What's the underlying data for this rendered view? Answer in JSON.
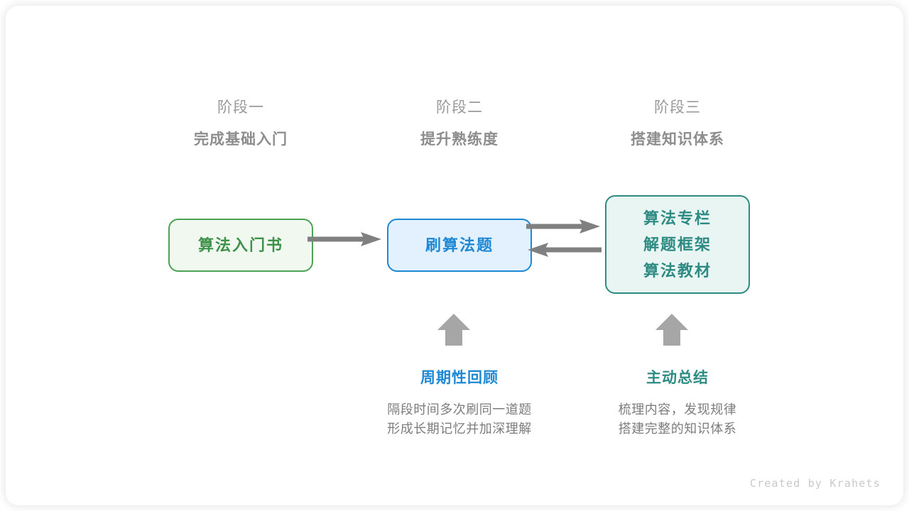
{
  "stages": [
    {
      "label": "阶段一",
      "title": "完成基础入门"
    },
    {
      "label": "阶段二",
      "title": "提升熟练度"
    },
    {
      "label": "阶段三",
      "title": "搭建知识体系"
    }
  ],
  "boxes": [
    {
      "id": "box-1",
      "lines": [
        "算法入门书"
      ],
      "accent": "#3f9149",
      "border": "#4ca355",
      "fill": "#f1f8f0"
    },
    {
      "id": "box-2",
      "lines": [
        "刷算法题"
      ],
      "accent": "#1e88d4",
      "border": "#1e88d4",
      "fill": "#e2f1fd"
    },
    {
      "id": "box-3",
      "lines": [
        "算法专栏",
        "解题框架",
        "算法教材"
      ],
      "accent": "#2e8b84",
      "border": "#2e8b84",
      "fill": "#e9f5f2"
    }
  ],
  "notes": [
    {
      "title": "周期性回顾",
      "body": [
        "隔段时间多次刷同一道题",
        "形成长期记忆并加深理解"
      ],
      "accent": "#1e88d4"
    },
    {
      "title": "主动总结",
      "body": [
        "梳理内容，发现规律",
        "搭建完整的知识体系"
      ],
      "accent": "#2e8b84"
    }
  ],
  "arrows": {
    "color": "#808080",
    "up_color": "#a6a6a6",
    "items": [
      {
        "name": "arrow-book-to-practice",
        "direction": "right"
      },
      {
        "name": "arrow-practice-to-resources",
        "direction": "right"
      },
      {
        "name": "arrow-resources-to-practice",
        "direction": "left"
      },
      {
        "name": "arrow-review-up",
        "direction": "up"
      },
      {
        "name": "arrow-summary-up",
        "direction": "up"
      }
    ]
  },
  "credit": "Created by Krahets"
}
